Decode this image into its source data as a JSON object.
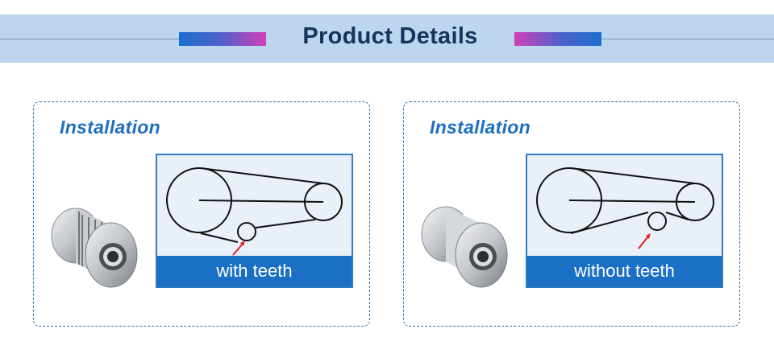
{
  "header": {
    "title": "Product Details"
  },
  "panels": [
    {
      "title": "Installation",
      "caption": "with teeth",
      "pulley_type": "toothed-pulley"
    },
    {
      "title": "Installation",
      "caption": "without teeth",
      "pulley_type": "smooth-idler-pulley"
    }
  ],
  "colors": {
    "header_bg": "#bcd6f0",
    "title_text": "#16345c",
    "accent_blue": "#1b6fc4",
    "accent_pink": "#d13fb8",
    "arrow_red": "#e02020"
  }
}
